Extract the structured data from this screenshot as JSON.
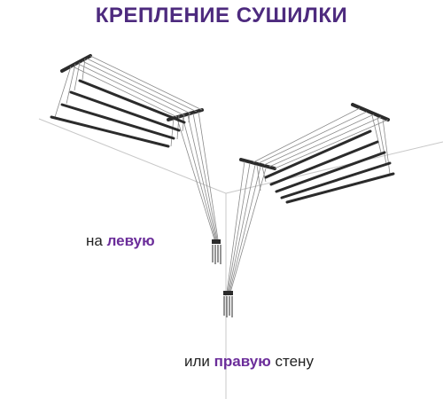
{
  "header": {
    "title": "КРЕПЛЕНИЕ СУШИЛКИ"
  },
  "captions": {
    "left": {
      "prefix": "на",
      "highlight": "левую"
    },
    "right": {
      "prefix": "или",
      "highlight": "правую",
      "suffix": "стену"
    }
  },
  "colors": {
    "title": "#4d2a7e",
    "highlight": "#6b2d9a",
    "text": "#222222",
    "wall_line": "#c8c8c8",
    "rod": "#2b2b2b",
    "cord": "#555555"
  }
}
